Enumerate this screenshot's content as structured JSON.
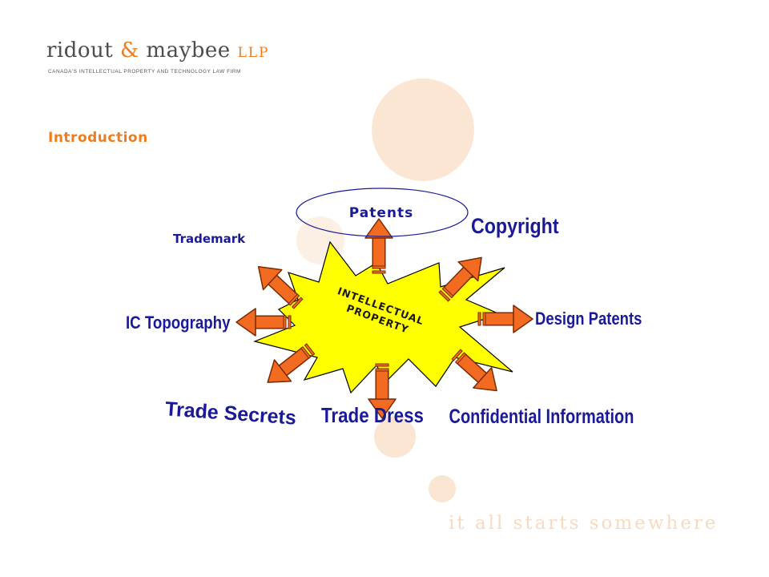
{
  "logo": {
    "name_part1": "ridout",
    "ampersand": "&",
    "name_part2": "maybee",
    "suffix": "LLP",
    "tagline": "CANADA'S INTELLECTUAL PROPERTY AND TECHNOLOGY LAW FIRM"
  },
  "section_title": "Introduction",
  "diagram": {
    "center_label_line1": "INTELLECTUAL",
    "center_label_line2": "PROPERTY",
    "branches": {
      "patents": "Patents",
      "copyright": "Copyright",
      "trademark": "Trademark",
      "ic_topography": "IC Topography",
      "design_patents": "Design Patents",
      "trade_secrets": "Trade Secrets",
      "trade_dress": "Trade Dress",
      "confidential_information": "Confidential Information"
    }
  },
  "footer_tagline": "it all starts somewhere",
  "colors": {
    "brand_orange": "#f07c1b",
    "arrow_orange": "#f26b21",
    "burst_yellow": "#ffff00",
    "label_blue": "#1a1a99",
    "bg_circle": "#fbe6d4"
  }
}
